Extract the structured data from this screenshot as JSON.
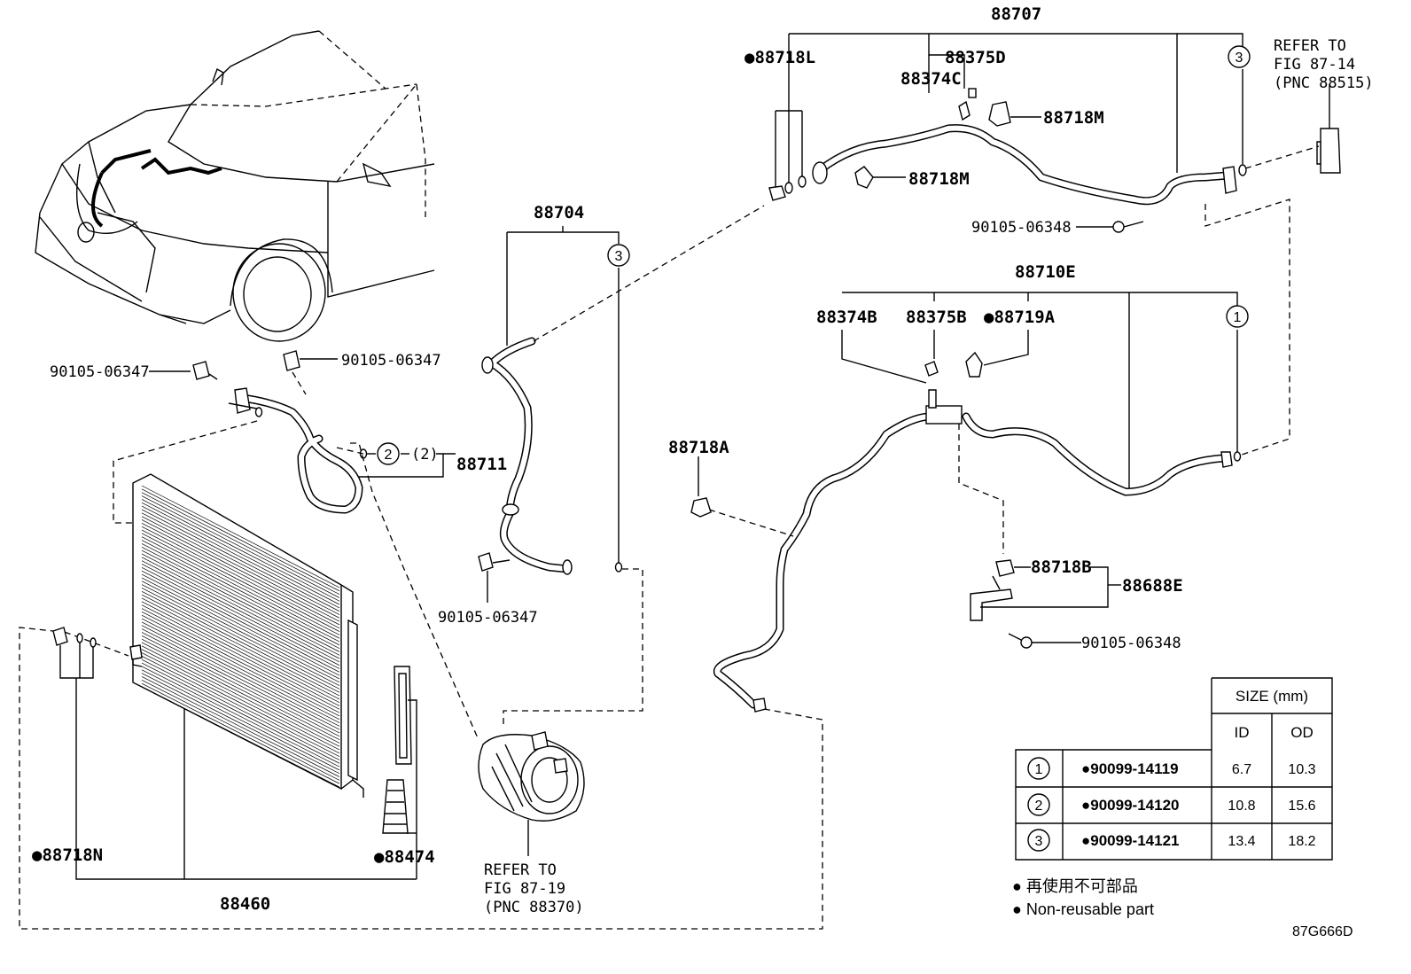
{
  "diagram": {
    "code": "87G666D",
    "labels": {
      "p88707": "88707",
      "p88718L": "●88718L",
      "p88375D": "88375D",
      "p88374C": "88374C",
      "p88718M_a": "88718M",
      "p88718M_b": "88718M",
      "p90105_06348_a": "90105-06348",
      "p88710E": "88710E",
      "p88374B": "88374B",
      "p88375B": "88375B",
      "p88719A": "●88719A",
      "p88704": "88704",
      "p90105_06347_a": "90105-06347",
      "p90105_06347_b": "90105-06347",
      "p90105_06347_c": "90105-06347",
      "p88711": "88711",
      "p88711_ring": "(2)",
      "p88718A": "88718A",
      "p88718B": "88718B",
      "p88688E": "88688E",
      "p90105_06348_b": "90105-06348",
      "p88718N": "●88718N",
      "p88474": "●88474",
      "p88460": "88460"
    },
    "refs": {
      "ref_top": [
        "REFER TO",
        "FIG 87-14",
        "(PNC 88515)"
      ],
      "ref_bottom": [
        "REFER TO",
        "FIG 87-19",
        "(PNC 88370)"
      ]
    },
    "callouts": {
      "c_88707": "3",
      "c_88704": "3",
      "c_88711": "2",
      "c_88710E": "1"
    },
    "size_table": {
      "header": "SIZE (mm)",
      "columns": [
        "ID",
        "OD"
      ],
      "rows": [
        {
          "ref": "1",
          "part": "●90099-14119",
          "id": "6.7",
          "od": "10.3"
        },
        {
          "ref": "2",
          "part": "●90099-14120",
          "id": "10.8",
          "od": "15.6"
        },
        {
          "ref": "3",
          "part": "●90099-14121",
          "id": "13.4",
          "od": "18.2"
        }
      ]
    },
    "legend": {
      "line1": "● 再使用不可部品",
      "line2": "● Non-reusable part"
    }
  }
}
